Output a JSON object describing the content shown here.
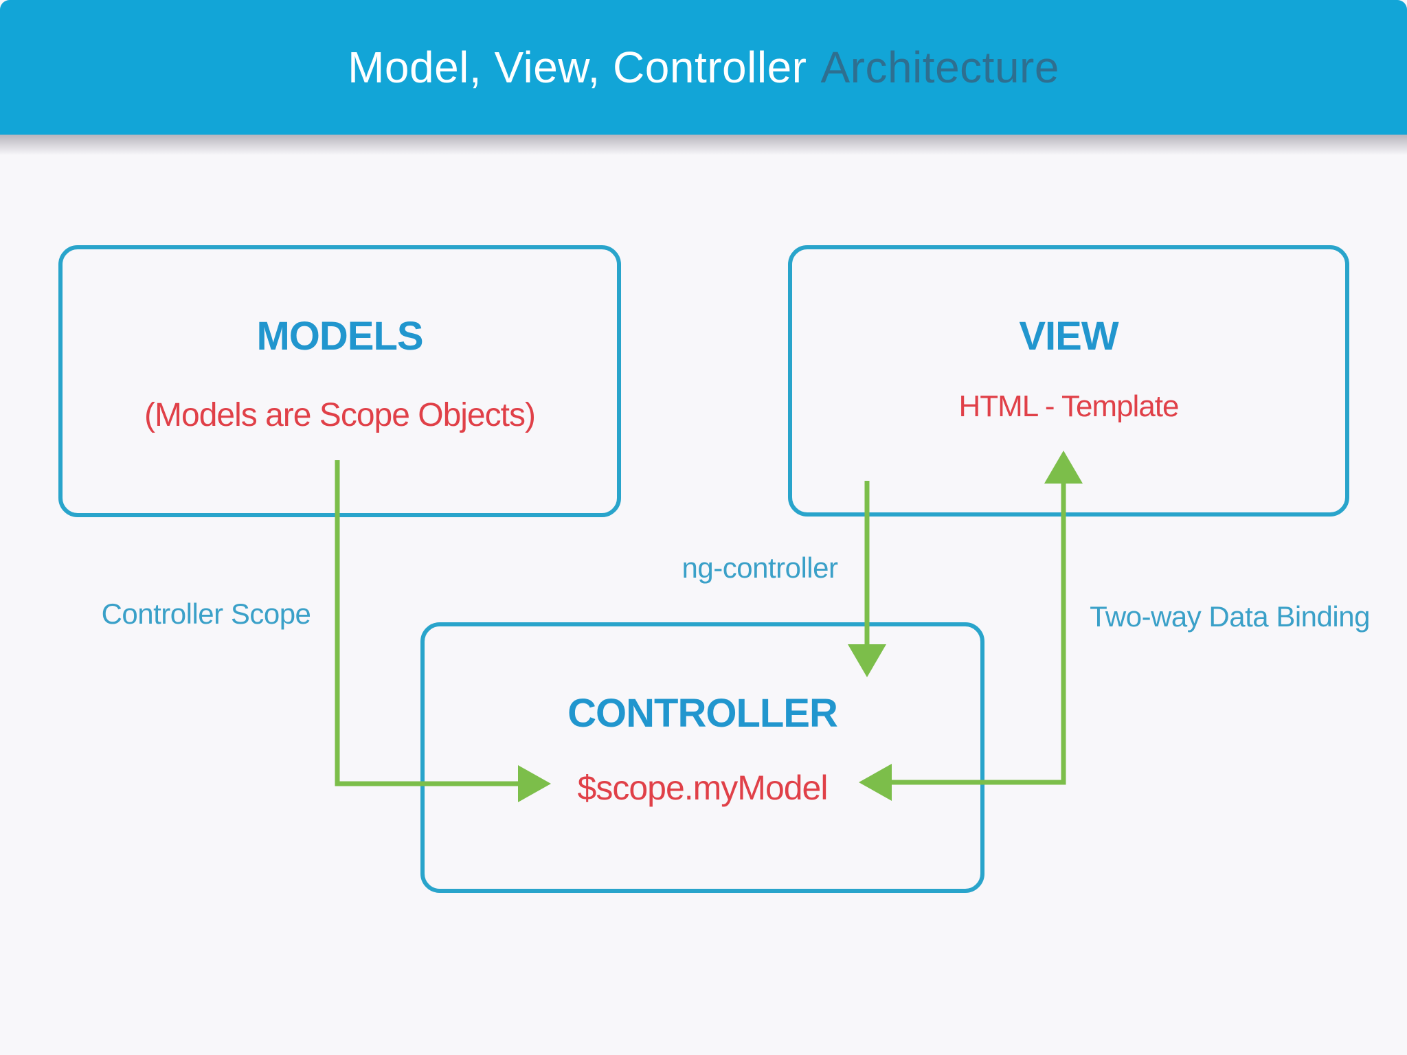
{
  "header": {
    "title_primary": "Model, View, Controller",
    "title_secondary": "Architecture",
    "bg_color": "#12A5D7",
    "primary_text_color": "#FFFFFF",
    "secondary_text_color": "#2E6F90"
  },
  "boxes": {
    "models": {
      "title": "MODELS",
      "subtitle": "(Models are Scope Objects)"
    },
    "view": {
      "title": "VIEW",
      "subtitle": "HTML - Template"
    },
    "controller": {
      "title": "CONTROLLER",
      "subtitle": "$scope.myModel"
    }
  },
  "labels": {
    "controller_scope": "Controller Scope",
    "ng_controller": "ng-controller",
    "two_way": "Two-way Data Binding"
  },
  "connectors": [
    {
      "name": "controller-scope-arrow",
      "from": "models-box",
      "to": "controller-box",
      "direction": "one-way",
      "label": "Controller Scope"
    },
    {
      "name": "ng-controller-arrow",
      "from": "view-box",
      "to": "controller-box",
      "direction": "one-way",
      "label": "ng-controller"
    },
    {
      "name": "two-way-binding-arrow",
      "from": "controller-box",
      "to": "view-box",
      "direction": "two-way",
      "label": "Two-way Data Binding"
    }
  ],
  "colors": {
    "background": "#F8F7FA",
    "box_border": "#29A4CB",
    "box_title": "#2196CE",
    "box_subtitle": "#E04048",
    "connector_label": "#3AA0C8",
    "arrow": "#7CBE4A"
  }
}
